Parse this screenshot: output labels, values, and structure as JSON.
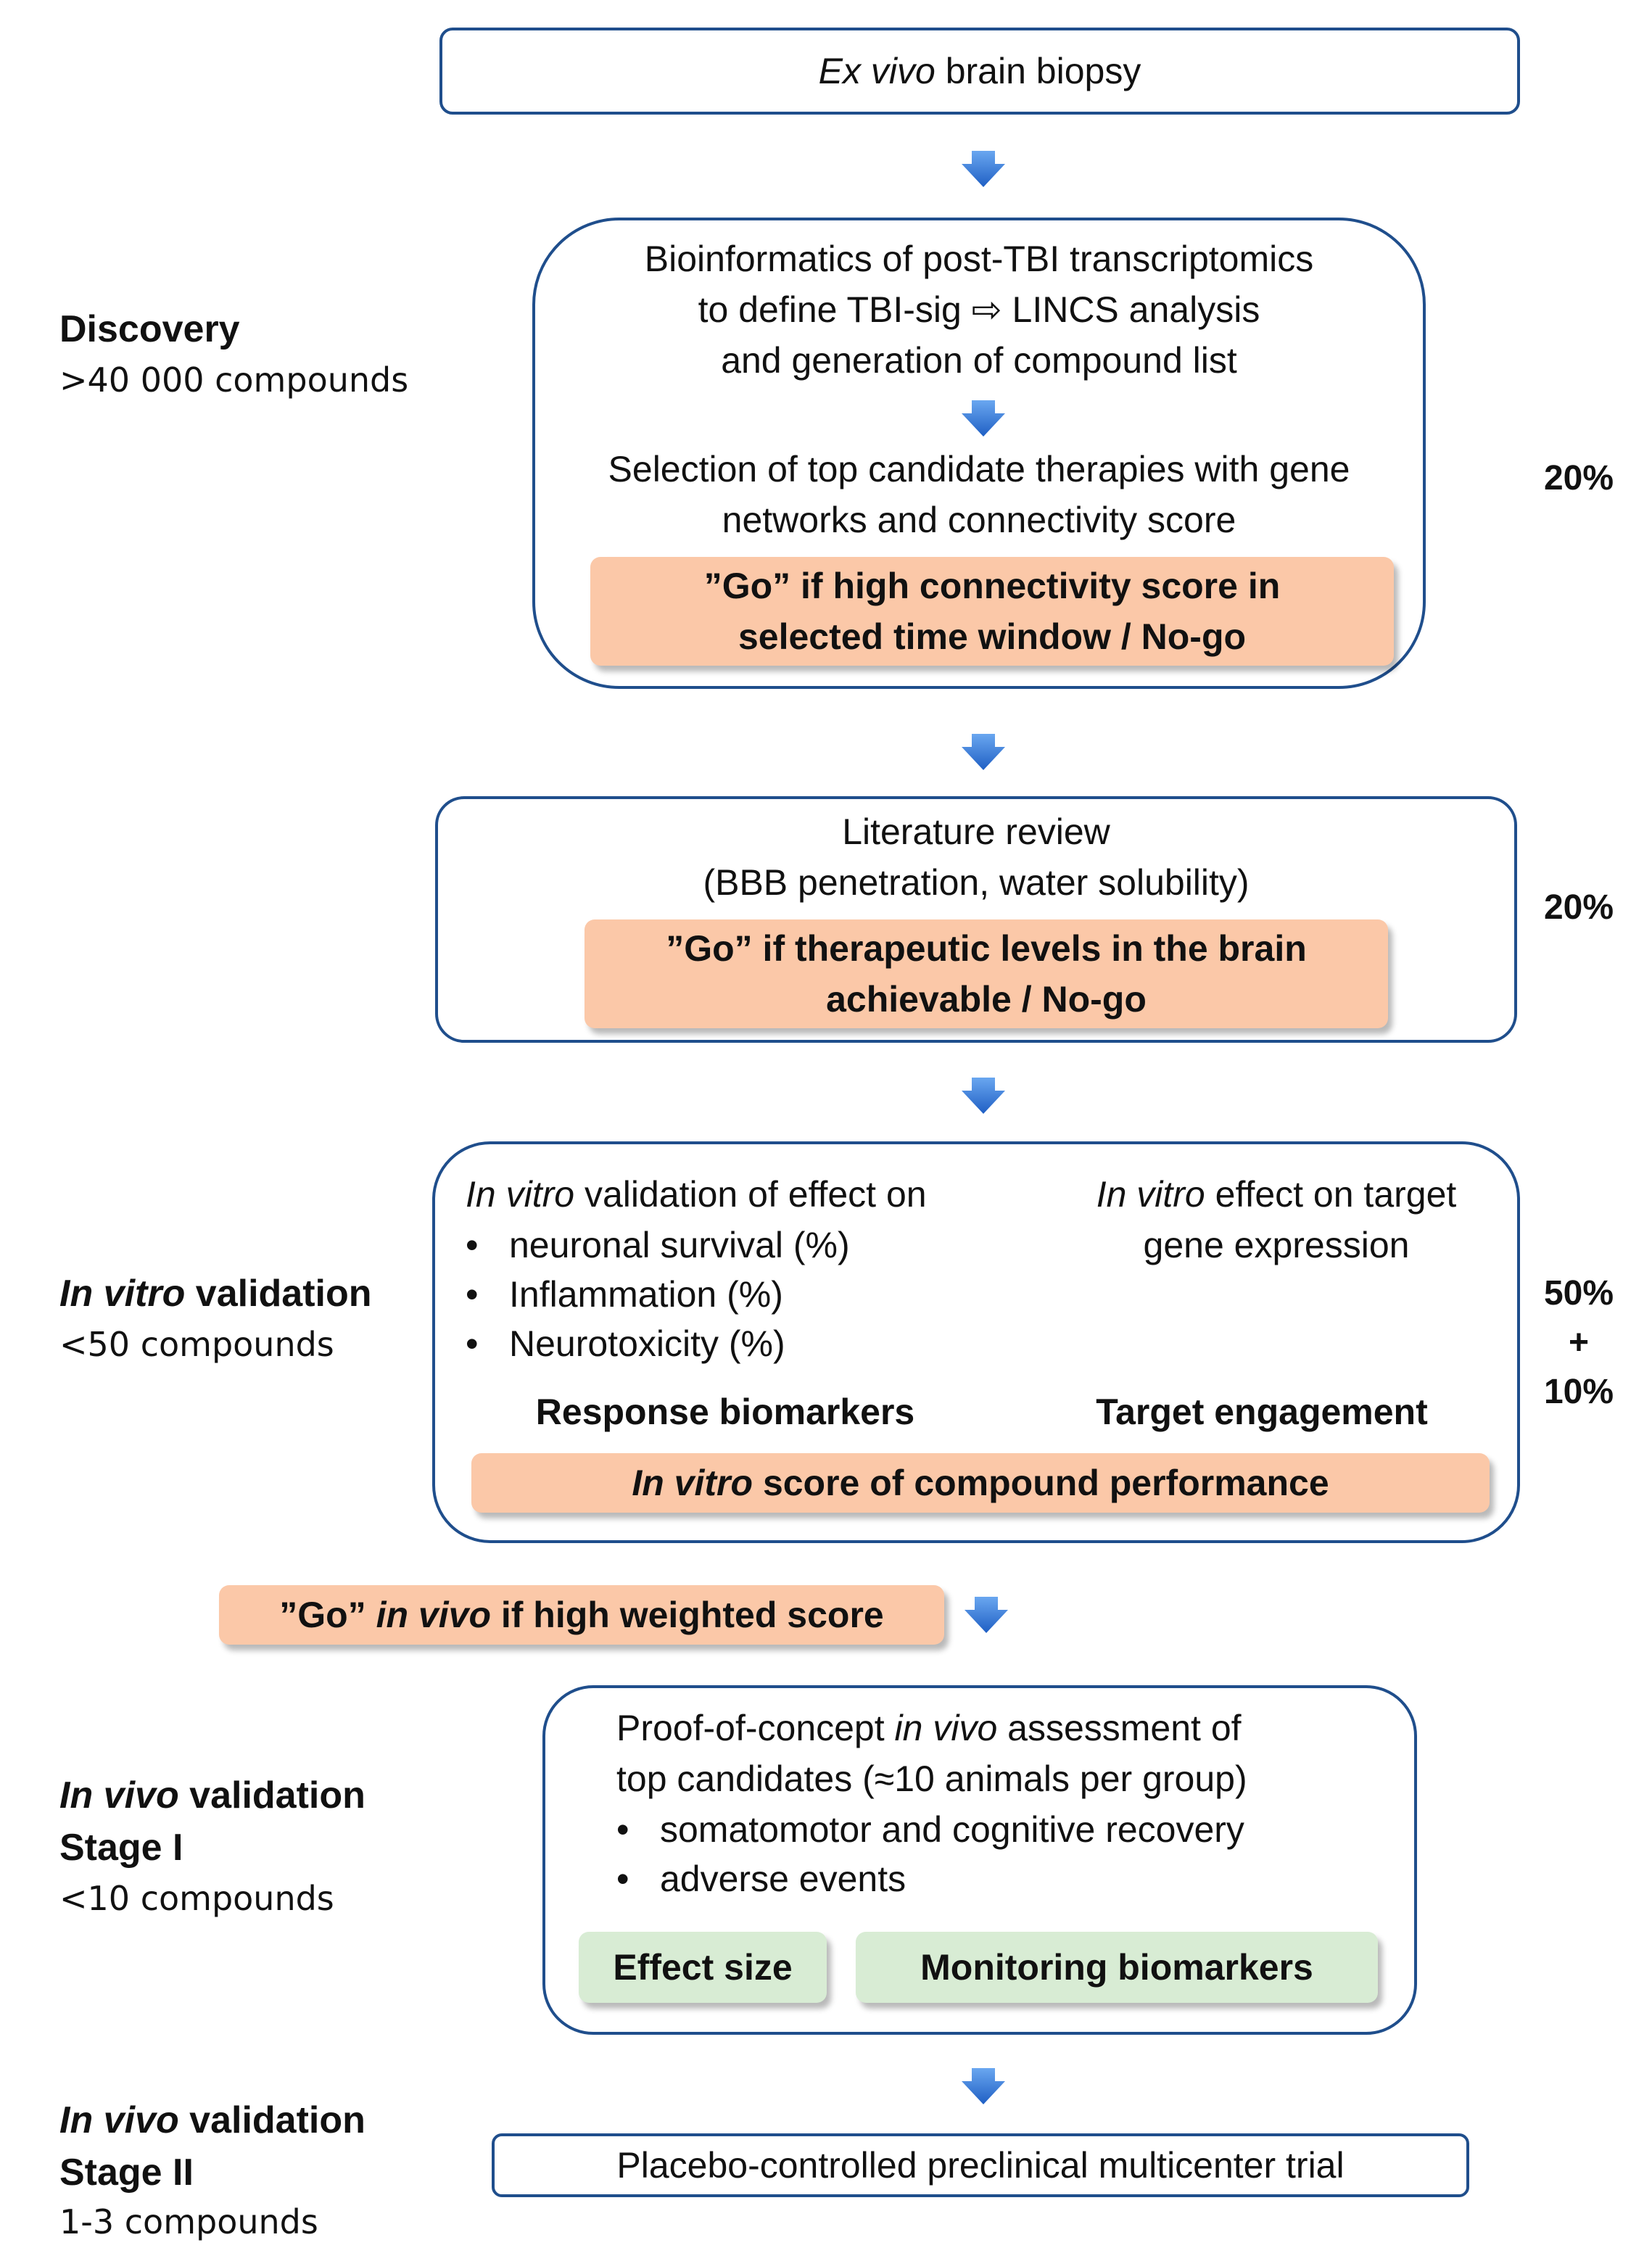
{
  "top_box": {
    "em": "Ex vivo",
    "rest": " brain biopsy"
  },
  "discovery": {
    "side_title": "Discovery",
    "side_sub": ">40 000 compounds",
    "line1": "Bioinformatics of post-TBI transcriptomics",
    "line2a": "to define TBI-sig ",
    "line2_arrow": "⇨",
    "line2b": " LINCS analysis",
    "line3": "and generation of compound list",
    "line4": "Selection of top candidate therapies with gene",
    "line5": "networks and connectivity score",
    "gate1": "”Go” if high connectivity score in",
    "gate2": "selected time window / No-go",
    "pct": "20%"
  },
  "literature": {
    "line1": "Literature review",
    "line2": "(BBB penetration, water solubility)",
    "gate1": "”Go” if therapeutic levels in the brain",
    "gate2": "achievable / No-go",
    "pct": "20%"
  },
  "in_vitro": {
    "side_title_em": "In vitro",
    "side_title_rest": " validation",
    "side_sub": "<50 compounds",
    "left_head_em": "In vitro",
    "left_head_rest": " validation of effect on",
    "right_head_em": "In vitro",
    "right_head_rest": " effect on target",
    "right_head_line2": "gene expression",
    "bullets": [
      "neuronal survival (%)",
      "Inflammation (%)",
      "Neurotoxicity (%)"
    ],
    "left_label": "Response biomarkers",
    "right_label": "Target engagement",
    "score_em": "In vitro",
    "score_rest": " score of compound performance",
    "pct1": "50%",
    "pct_plus": "+",
    "pct2": "10%"
  },
  "go_in_vivo": {
    "pre": "”Go” ",
    "em": "in vivo",
    "post": " if high weighted score"
  },
  "stage1": {
    "side_title_em": "In vivo",
    "side_title_rest": " validation",
    "side_title2": "Stage I",
    "side_sub": "<10 compounds",
    "line1a": "Proof-of-concept ",
    "line1_em": "in vivo",
    "line1b": " assessment of",
    "line2": "top candidates (≈10 animals per group)",
    "bullets": [
      "somatomotor and cognitive recovery",
      "adverse events"
    ],
    "effect": "Effect size",
    "monitoring": "Monitoring biomarkers"
  },
  "stage2": {
    "side_title_em": "In vivo",
    "side_title_rest": " validation",
    "side_title2": "Stage II",
    "side_sub": "1-3 compounds",
    "box": "Placebo-controlled preclinical multicenter trial"
  },
  "colors": {
    "border": "#1f4e8c",
    "arrow": "#2e6fcf",
    "gate": "#fbc8a8",
    "green": "#d8ecd4"
  },
  "icons": {
    "flow_arrow": "down-arrow-icon",
    "inline_arrow": "right-hollow-arrow-icon"
  }
}
